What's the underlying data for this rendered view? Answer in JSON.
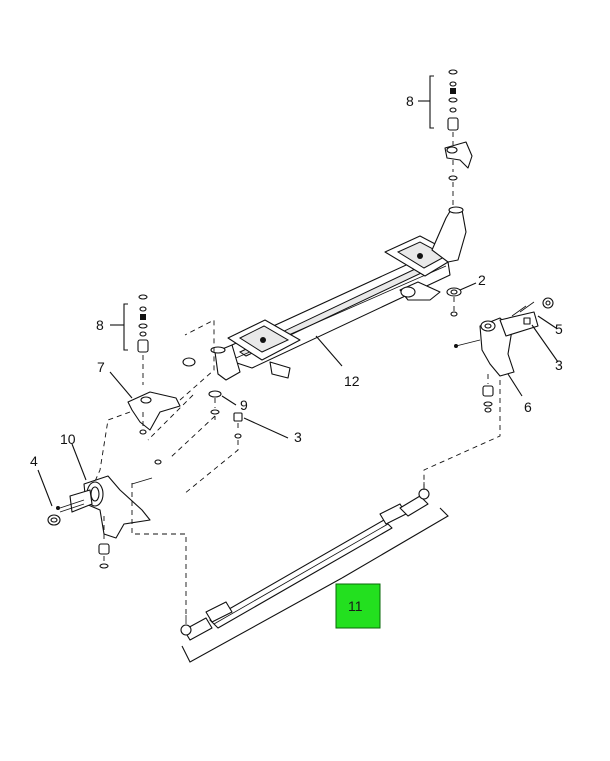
{
  "figure": {
    "colors": {
      "line": "#111111",
      "background": "#ffffff",
      "highlight": "#23e01f"
    },
    "callouts": {
      "c1": "2",
      "c2": "3",
      "c3": "3",
      "c4": "4",
      "c5": "5",
      "c6": "6",
      "c7": "7",
      "c8a": "8",
      "c8b": "8",
      "c9": "9",
      "c10": "10",
      "c11": "11",
      "c12": "12"
    },
    "highlighted_callout": "11"
  }
}
